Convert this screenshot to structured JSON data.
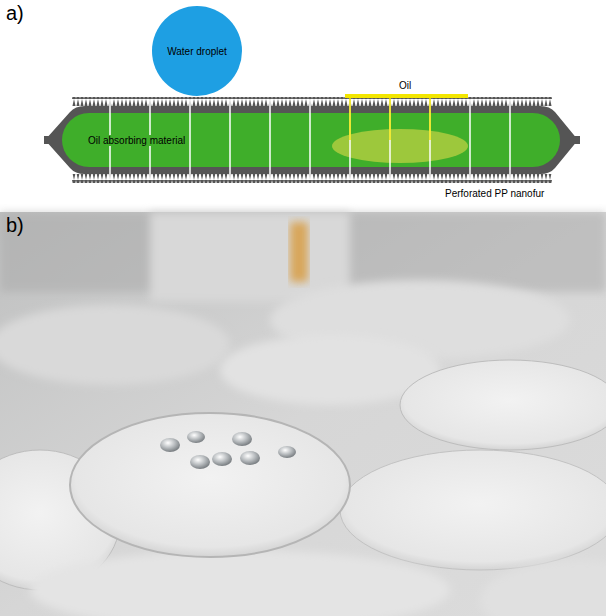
{
  "diagram": {
    "nodes": [
      {
        "text": [
          "Water droplet"
        ]
      },
      {
        "text": [
          "Oil absorbing material"
        ]
      }
    ],
    "labels": [
      "a)",
      "Oil",
      "Perforated PP nanofur",
      "b)"
    ]
  }
}
